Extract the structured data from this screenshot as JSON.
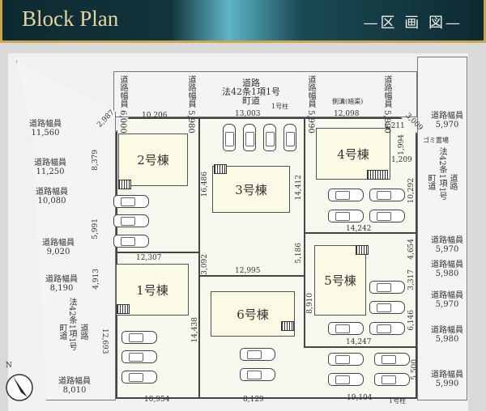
{
  "header": {
    "title": "Block Plan",
    "subtitle": "—区 画 図—"
  },
  "lots": {
    "l1": "1号棟",
    "l2": "2号棟",
    "l3": "3号棟",
    "l4": "4号棟",
    "l5": "5号棟",
    "l6": "6号棟"
  },
  "roads": {
    "top1": "道路幅員 6,000",
    "top2": "道路幅員 5,980",
    "top_center": [
      "道路",
      "法42条1項1号",
      "町道"
    ],
    "top3": "道路幅員 5,990",
    "top4": "道路幅員 5,990",
    "gutter": "側溝(暗渠)",
    "post_top": "1号柱",
    "left": [
      {
        "label": "道路幅員",
        "value": "11,560"
      },
      {
        "label": "道路幅員",
        "value": "11,250"
      },
      {
        "label": "道路幅員",
        "value": "10,080"
      },
      {
        "label": "道路幅員",
        "value": "9,020"
      },
      {
        "label": "道路幅員",
        "value": "8,190"
      },
      {
        "label": "道路幅員",
        "value": "8,010"
      }
    ],
    "left_law": "法42条1項1号",
    "left_law2": "町道",
    "left_law3": "道路",
    "right": [
      {
        "label": "道路幅員",
        "value": "5,970"
      },
      {
        "label": "道路幅員",
        "value": "5,970"
      },
      {
        "label": "道路幅員",
        "value": "5,980"
      },
      {
        "label": "道路幅員",
        "value": "5,970"
      },
      {
        "label": "道路幅員",
        "value": "5,980"
      },
      {
        "label": "道路幅員",
        "value": "5,990"
      }
    ],
    "garbage": "ゴミ置場",
    "right_law": "法42条1項1号",
    "right_law2": "道路",
    "right_law3": "町道",
    "post_bottom": "1号柱"
  },
  "dims": {
    "a": "2,987",
    "b": "10,206",
    "c": "13,003",
    "d": "12,098",
    "e": "3,009",
    "f": "1,211",
    "g": "1,994",
    "h": "1,209",
    "i": "8,379",
    "j": "5,991",
    "k": "12,307",
    "l": "16,486",
    "m": "3,092",
    "n": "14,412",
    "o": "10,292",
    "p": "14,242",
    "q": "12,995",
    "r": "5,186",
    "s": "4,654",
    "t": "3,317",
    "u": "8,910",
    "v": "6,146",
    "w": "14,247",
    "x": "4,913",
    "y": "12,693",
    "z": "14,438",
    "aa": "5,500",
    "ab": "10,954",
    "ac": "8,129",
    "ad": "19,104"
  },
  "compass": "N"
}
